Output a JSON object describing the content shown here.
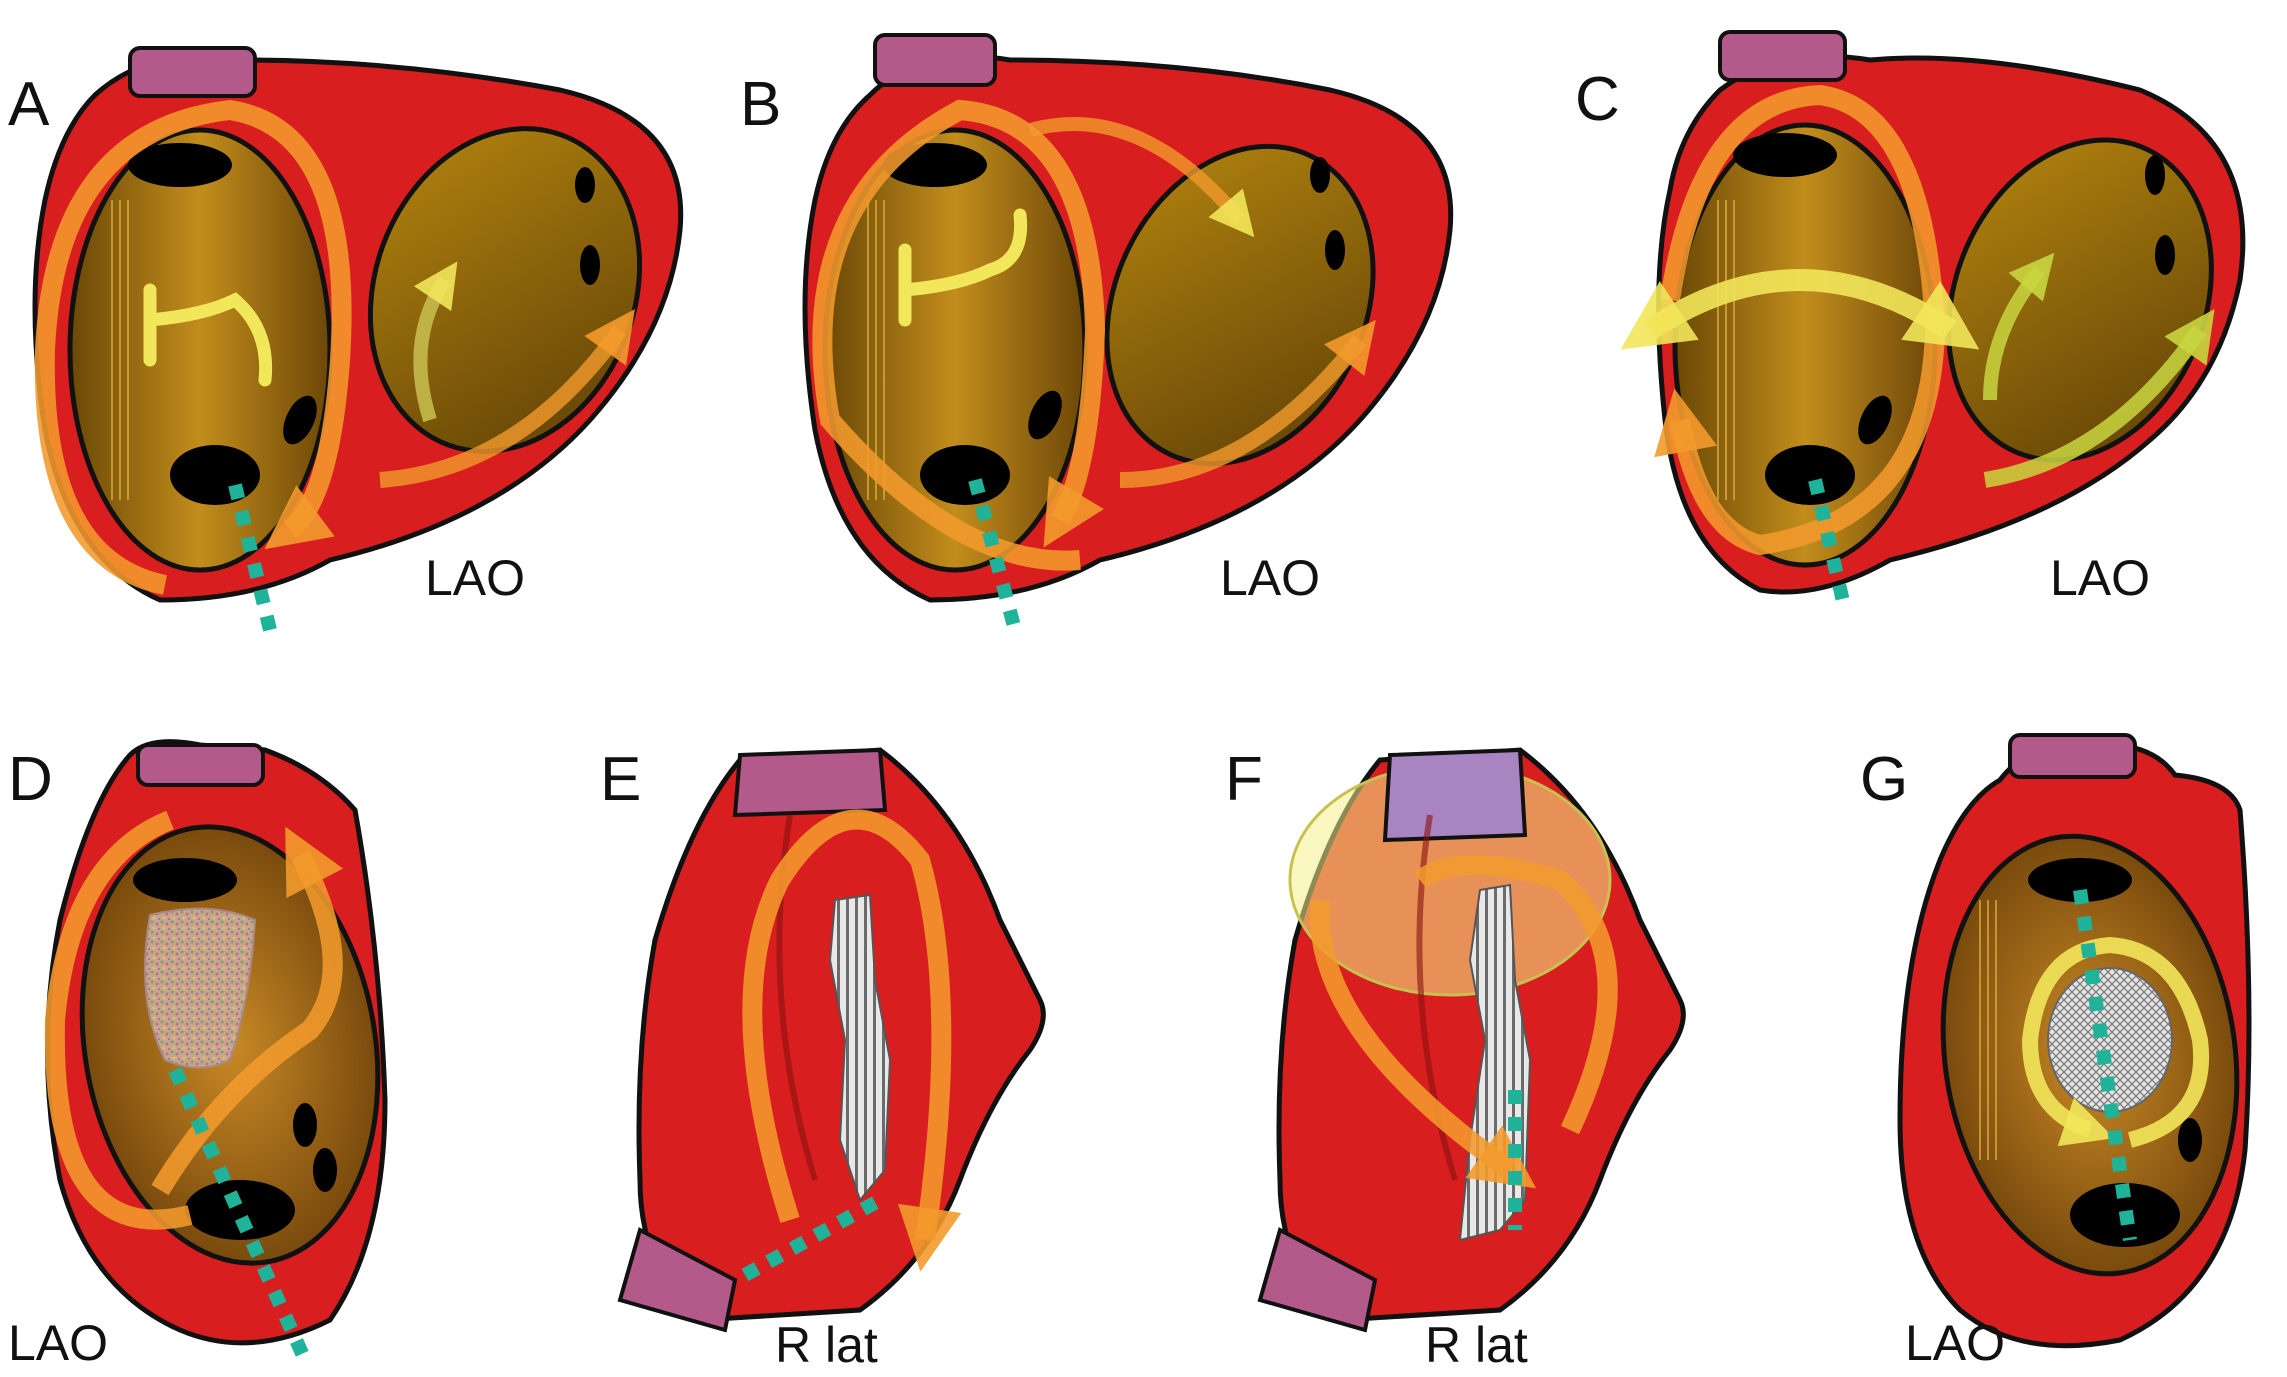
{
  "panels": [
    {
      "letter": "A",
      "view": "LAO"
    },
    {
      "letter": "B",
      "view": "LAO"
    },
    {
      "letter": "C",
      "view": "LAO"
    },
    {
      "letter": "D",
      "view": "LAO"
    },
    {
      "letter": "E",
      "view": "R lat"
    },
    {
      "letter": "F",
      "view": "R lat"
    },
    {
      "letter": "G",
      "view": "LAO"
    }
  ],
  "colors": {
    "myocardium": "#d81e1e",
    "outline": "#111111",
    "chamber": "#9a6a10",
    "vessel_stub": "#b45a8a",
    "arrow_orange": "#f39a2c",
    "arrow_yellow": "#f2e65a",
    "ablation_line": "#1fb39a",
    "scar": "#cfcfcf"
  }
}
